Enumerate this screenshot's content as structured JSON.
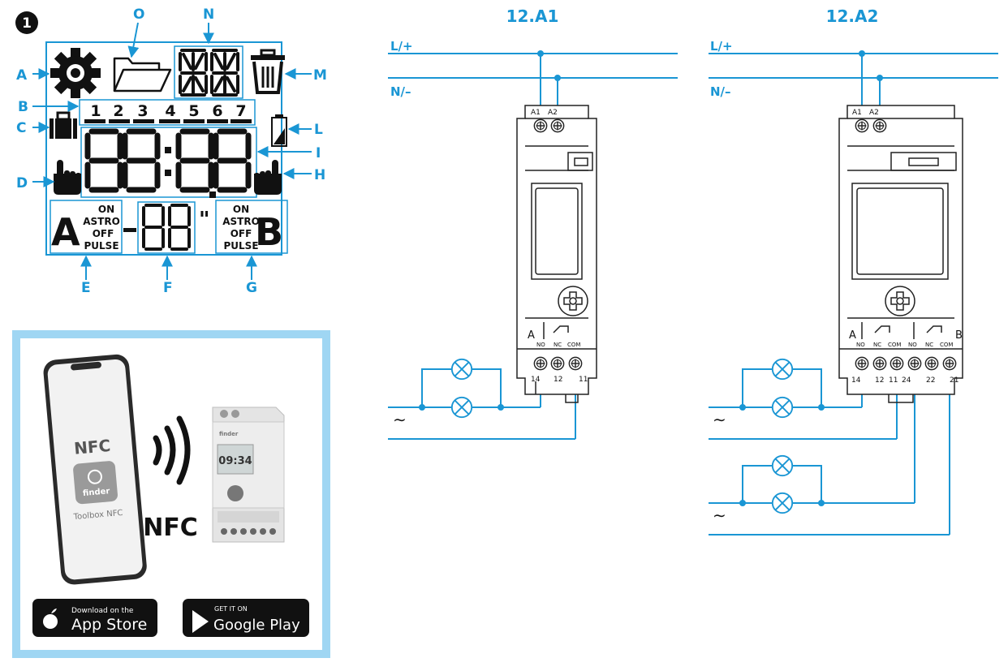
{
  "step_badge": "1",
  "lcd": {
    "callouts": {
      "A": "A",
      "B": "B",
      "C": "C",
      "D": "D",
      "E": "E",
      "F": "F",
      "G": "G",
      "H": "H",
      "I": "I",
      "L": "L",
      "M": "M",
      "N": "N",
      "O": "O"
    },
    "days": [
      "1",
      "2",
      "3",
      "4",
      "5",
      "6",
      "7"
    ],
    "channel_a": {
      "letter": "A",
      "modes": [
        "ON",
        "ASTRO",
        "OFF",
        "PULSE"
      ]
    },
    "channel_b": {
      "letter": "B",
      "modes": [
        "ON",
        "ASTRO",
        "OFF",
        "PULSE"
      ]
    },
    "seconds_mark": "\""
  },
  "nfc_panel": {
    "phone_text": "NFC",
    "phone_brand": "finder",
    "phone_app": "Toolbox NFC",
    "nfc_label": "NFC",
    "device_brand": "finder",
    "device_display": "09:34",
    "app_store": {
      "small": "Download on the",
      "big": "App Store"
    },
    "google_play": {
      "small": "GET IT ON",
      "big": "Google Play"
    }
  },
  "diagram_a1": {
    "title": "12.A1",
    "line_top": "L/+",
    "line_bottom": "N/–",
    "terminals_top": [
      "A1",
      "A2"
    ],
    "channel": "A",
    "contacts": [
      "NO",
      "NC",
      "COM"
    ],
    "terminals_bottom": [
      "14",
      "12",
      "11"
    ],
    "ac_symbol": "∼"
  },
  "diagram_a2": {
    "title": "12.A2",
    "line_top": "L/+",
    "line_bottom": "N/–",
    "terminals_top": [
      "A1",
      "A2"
    ],
    "channel_a": "A",
    "channel_b": "B",
    "contacts": [
      "NO",
      "NC",
      "COM",
      "NO",
      "NC",
      "COM"
    ],
    "terminals_bottom": [
      "14",
      "12",
      "11",
      "24",
      "22",
      "21"
    ],
    "ac_symbol": "∼"
  },
  "colors": {
    "accent": "#1a96d4",
    "panel_border": "#9fd6f3",
    "ink": "#111111"
  }
}
